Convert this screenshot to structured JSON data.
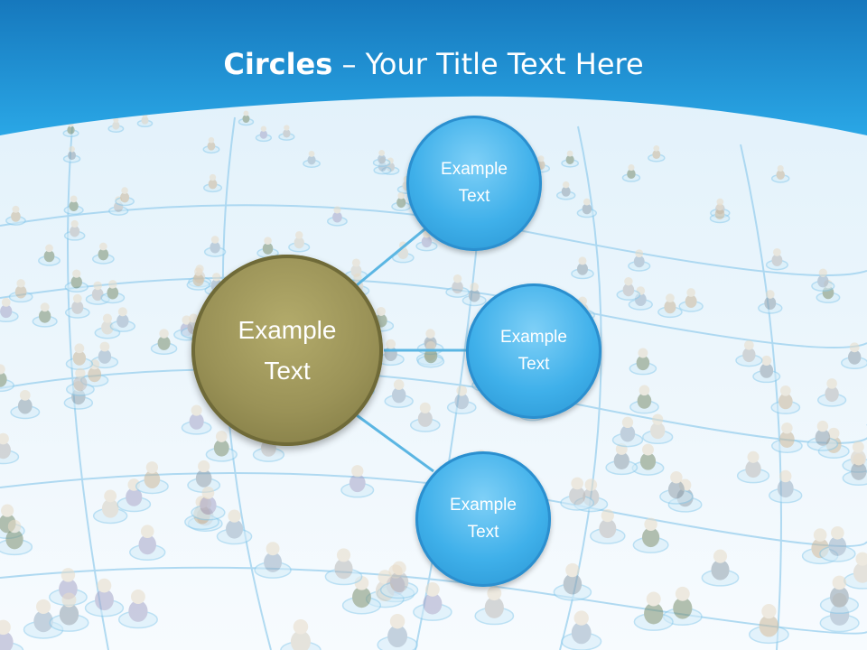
{
  "slide": {
    "title_bold": "Circles",
    "title_rest": " – Your Title Text Here"
  },
  "center": {
    "line1": "Example",
    "line2": "Text",
    "color": "#9a9257"
  },
  "nodes": [
    {
      "line1": "Example",
      "line2": "Text"
    },
    {
      "line1": "Example",
      "line2": "Text"
    },
    {
      "line1": "Example",
      "line2": "Text"
    }
  ],
  "colors": {
    "header": "#1e8fd0",
    "node": "#3fb0ea",
    "connector": "#5bb6e3"
  }
}
